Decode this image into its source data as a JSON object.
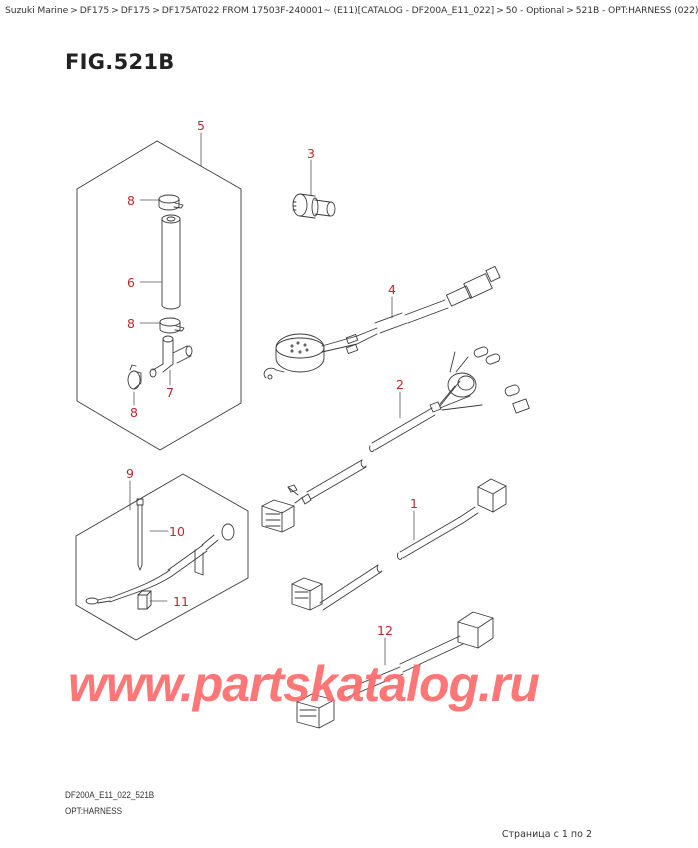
{
  "breadcrumb": [
    "Suzuki Marine",
    "DF175",
    "DF175",
    "DF175AT022 FROM 17503F-240001~ (E11)[CATALOG - DF200A_E11_022]",
    "50 - Optional",
    "521B - OPT:HARNESS (022)"
  ],
  "breadcrumb_separator": ">",
  "figure": {
    "title": "FIG.521B",
    "code": "DF200A_E11_022_521B",
    "name": "OPT:HARNESS"
  },
  "callouts": [
    {
      "id": "1",
      "label": "1"
    },
    {
      "id": "2",
      "label": "2"
    },
    {
      "id": "3",
      "label": "3"
    },
    {
      "id": "4",
      "label": "4"
    },
    {
      "id": "5",
      "label": "5"
    },
    {
      "id": "6",
      "label": "6"
    },
    {
      "id": "7",
      "label": "7"
    },
    {
      "id": "8a",
      "label": "8"
    },
    {
      "id": "8b",
      "label": "8"
    },
    {
      "id": "8c",
      "label": "8"
    },
    {
      "id": "9",
      "label": "9"
    },
    {
      "id": "10",
      "label": "10"
    },
    {
      "id": "11",
      "label": "11"
    },
    {
      "id": "12",
      "label": "12"
    }
  ],
  "colors": {
    "callout": "#c0262c",
    "lineart": "#3a3a3a",
    "watermark": "#ff6b6b"
  },
  "watermark": "www.partskatalog.ru",
  "pagination": "Страница с 1 по 2"
}
